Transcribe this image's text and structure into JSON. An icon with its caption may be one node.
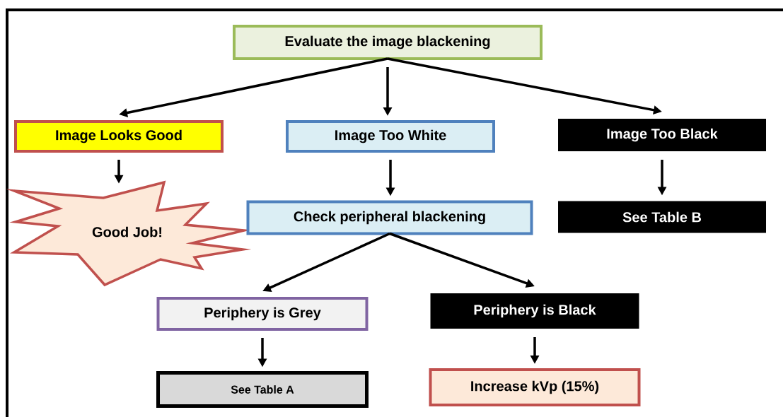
{
  "diagram": {
    "nodes": [
      {
        "text": [
          "Evaluate the image blackening"
        ]
      },
      {
        "text": [
          "Image Looks Good"
        ]
      },
      {
        "text": [
          "Image Too White"
        ]
      },
      {
        "text": [
          "Image Too Black"
        ]
      },
      {
        "text": [
          "Good Job!"
        ]
      },
      {
        "text": [
          "Check peripheral blackening"
        ]
      },
      {
        "text": [
          "See Table B"
        ]
      },
      {
        "text": [
          "Periphery is Grey"
        ]
      },
      {
        "text": [
          "Periphery is Black"
        ]
      },
      {
        "text": [
          "See Table A"
        ]
      },
      {
        "text": [
          "Increase kVp (15%)"
        ]
      }
    ],
    "edges": [
      {
        "from": 0,
        "to": 1,
        "arrow": "to"
      },
      {
        "from": 0,
        "to": 2,
        "arrow": "to"
      },
      {
        "from": 0,
        "to": 3,
        "arrow": "to"
      },
      {
        "from": 1,
        "to": 4,
        "arrow": "to"
      },
      {
        "from": 2,
        "to": 5,
        "arrow": "to"
      },
      {
        "from": 3,
        "to": 6,
        "arrow": "to"
      },
      {
        "from": 5,
        "to": 7,
        "arrow": "to"
      },
      {
        "from": 5,
        "to": 8,
        "arrow": "to"
      },
      {
        "from": 7,
        "to": 9,
        "arrow": "to"
      },
      {
        "from": 8,
        "to": 10,
        "arrow": "to"
      }
    ]
  }
}
